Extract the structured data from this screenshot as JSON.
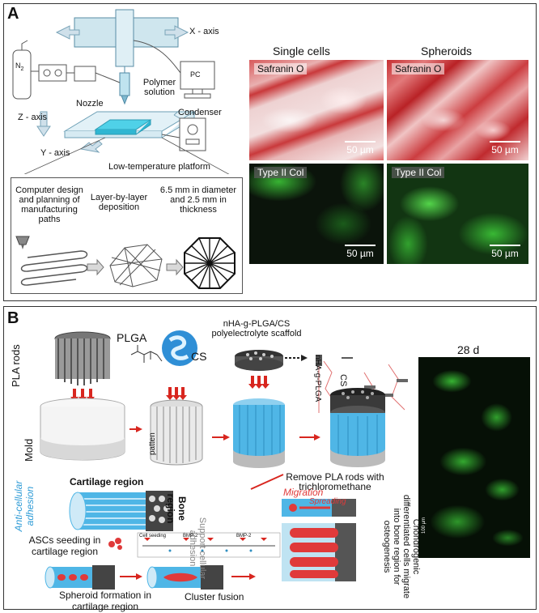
{
  "panel_a": {
    "letter": "A",
    "axes": {
      "x": "X - axis",
      "y": "Y - axis",
      "z": "Z - axis"
    },
    "gas": "N",
    "gas_sub": "2",
    "pc": "PC",
    "nozzle": "Nozzle",
    "polymer": "Polymer solution",
    "condenser": "Condenser",
    "platform": "Low-temperature platform",
    "steps": [
      "Computer design and planning of manufacturing paths",
      "Layer-by-layer deposition",
      "6.5 mm in diameter and 2.5 mm in thickness"
    ],
    "micro": {
      "col_single": "Single cells",
      "col_spheroids": "Spheroids",
      "safranin": "Safranin O",
      "col2": "Type II Col",
      "scale": "50 µm"
    }
  },
  "panel_b": {
    "letter": "B",
    "pla_rods": "PLA rods",
    "plga": "PLGA",
    "cs": "CS",
    "mold": "Mold",
    "patten": "patten",
    "scaffold": "nHA-g-PLGA/CS polyelectrolyte scaffold",
    "side_nha": "nHA-g-PLGA",
    "side_cs": "CS",
    "support": "Support cellular adhesion",
    "remove": "Remove PLA rods with trichloromethane",
    "cartilage_region": "Cartilage region",
    "anti_adhesion": "Anti-cellular adhesion",
    "bone_region": "Bone region",
    "migration": "Migration",
    "spreading": "Spreading",
    "chondrogenic": "Chondrogenic differentiated cells migrate into bone region for osteogenesis",
    "asc_seeding": "ASCs seeding in cartilage region",
    "spheroid_formation": "Spheroid formation in cartilage region",
    "cluster_fusion": "Cluster fusion",
    "timeline_label": "Cell seeding",
    "bmp_a": "BMP-2",
    "bmp_b": "BMP-2",
    "day_28": "28 d",
    "scale_small": "100 µm"
  },
  "colors": {
    "safranin": "#c9393b",
    "collagen": "#3fcf3a",
    "scaffold_blue": "#4fb6e6",
    "arrow_red": "#d8261f",
    "migration_red": "#e03a3a"
  }
}
